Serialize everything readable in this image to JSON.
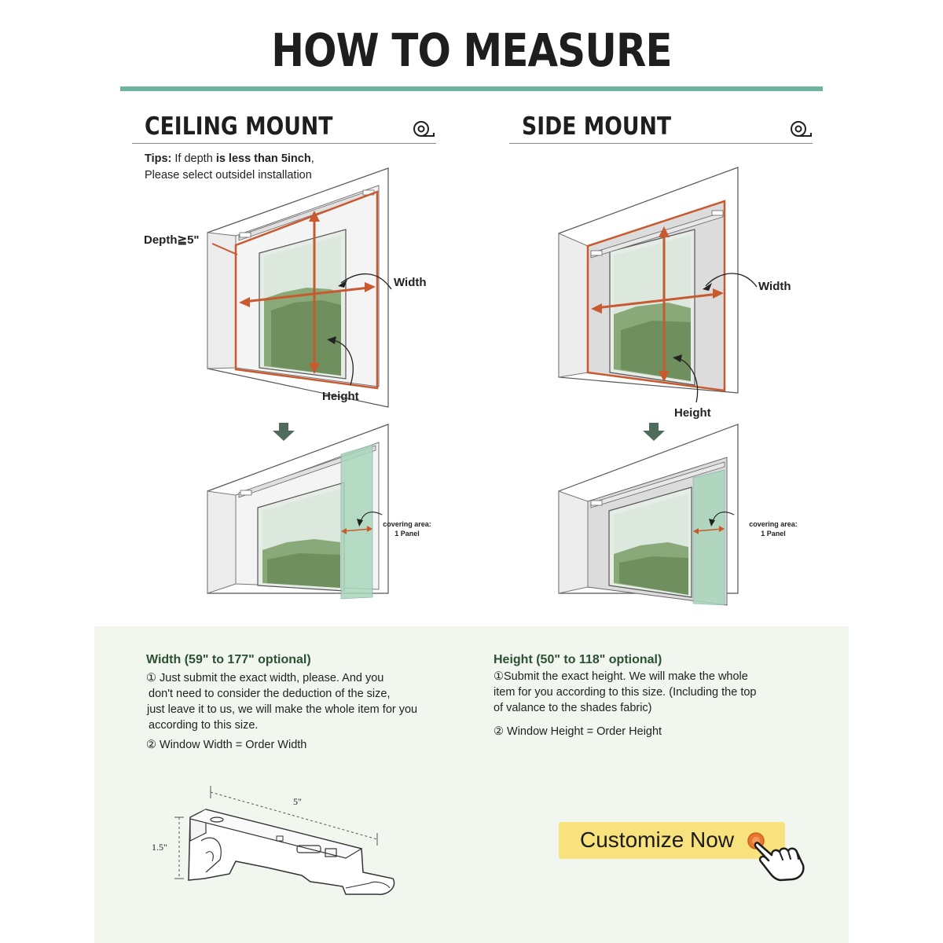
{
  "header": {
    "title": "HOW TO MEASURE"
  },
  "ceiling": {
    "title": "CEILING MOUNT",
    "tips_label": "Tips:",
    "tips_line1_a": "If depth",
    "tips_line1_b": "is less than 5inch",
    "tips_line1_c": ",",
    "tips_line2": "Please select outsidel installation",
    "depth_label": "Depth≧5\"",
    "width_label": "Width",
    "height_label": "Height",
    "covering_label_1": "covering area:",
    "covering_label_2": "1 Panel"
  },
  "side": {
    "title": "SIDE MOUNT",
    "width_label": "Width",
    "height_label": "Height",
    "covering_label_1": "covering area:",
    "covering_label_2": "1 Panel"
  },
  "width_spec": {
    "title": "Width (59\" to 177\" optional)",
    "lines": [
      "① Just submit the exact width, please. And you",
      "don't need to consider the deduction of the size,",
      "just leave it to us, we will make the whole item for you",
      "according to this size."
    ],
    "note": "② Window Width = Order Width"
  },
  "height_spec": {
    "title": "Height (50\" to 118\" optional)",
    "lines": [
      "①Submit the exact height. We will make the whole",
      "item for you according to this size. (Including the top",
      "of valance to the shades  fabric)"
    ],
    "note": "② Window Height = Order Height"
  },
  "bracket": {
    "length_label": "5\"",
    "height_label": "1.5\""
  },
  "cta": {
    "label": "Customize Now"
  },
  "colors": {
    "accent_teal": "#6fb3a0",
    "measure_orange": "#c9592f",
    "spec_green": "#2b5132",
    "arrow_green": "#4f6b5c",
    "panel_bg": "#f1f6ef",
    "cta_yellow": "#f8e27d",
    "cta_dot": "#e9772f"
  },
  "icons": {
    "tape_measure": "tape-measure-icon",
    "down_arrow": "down-arrow-icon",
    "pointer_hand": "pointer-hand-icon"
  }
}
